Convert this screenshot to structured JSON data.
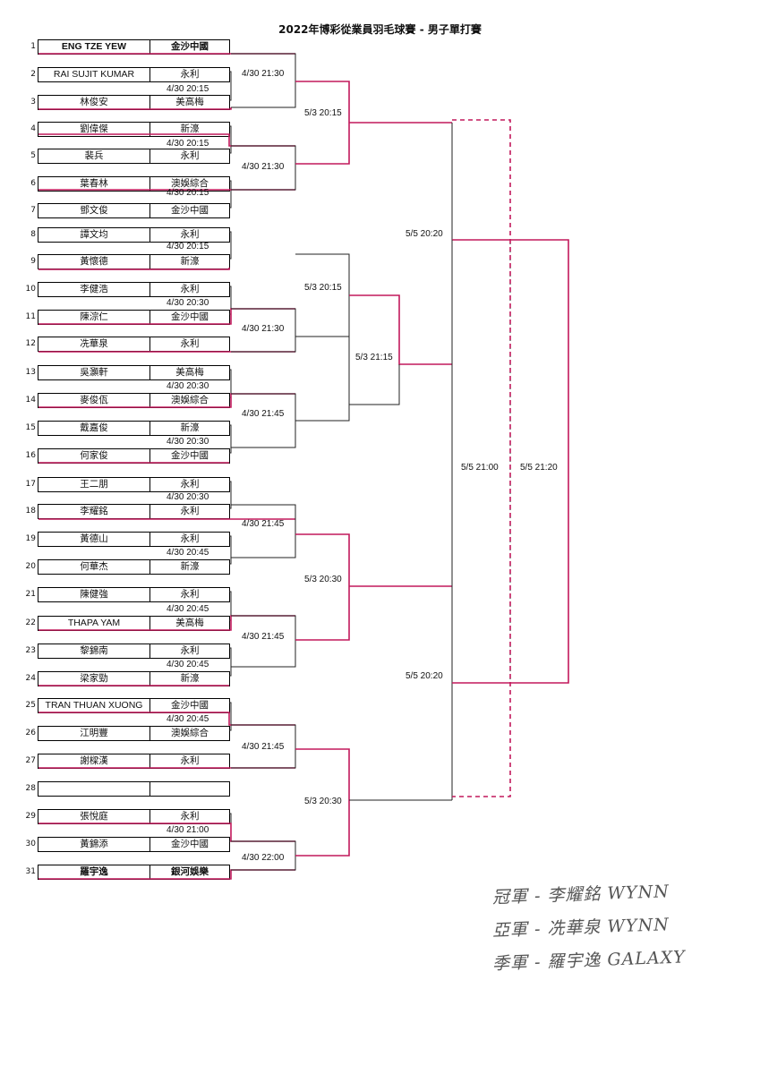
{
  "title": "2022年博彩從業員羽毛球賽 - 男子單打賽",
  "players": [
    {
      "no": "1",
      "name": "ENG TZE YEW",
      "team": "金沙中國",
      "bold": true
    },
    {
      "no": "2",
      "name": "RAI SUJIT KUMAR",
      "team": "永利",
      "bold": false
    },
    {
      "no": "3",
      "name": "林俊安",
      "team": "美高梅",
      "bold": false
    },
    {
      "no": "4",
      "name": "劉偉傑",
      "team": "新濠",
      "bold": false
    },
    {
      "no": "5",
      "name": "裴兵",
      "team": "永利",
      "bold": false
    },
    {
      "no": "6",
      "name": "葉春林",
      "team": "澳娛綜合",
      "bold": false
    },
    {
      "no": "7",
      "name": "鄧文俊",
      "team": "金沙中國",
      "bold": false
    },
    {
      "no": "8",
      "name": "譚文均",
      "team": "永利",
      "bold": false
    },
    {
      "no": "9",
      "name": "黃懷德",
      "team": "新濠",
      "bold": false
    },
    {
      "no": "10",
      "name": "李健浩",
      "team": "永利",
      "bold": false
    },
    {
      "no": "11",
      "name": "陳淙仁",
      "team": "金沙中國",
      "bold": false
    },
    {
      "no": "12",
      "name": "冼華泉",
      "team": "永利",
      "bold": false
    },
    {
      "no": "13",
      "name": "吳灝軒",
      "team": "美高梅",
      "bold": false
    },
    {
      "no": "14",
      "name": "麥俊佤",
      "team": "澳娛綜合",
      "bold": false
    },
    {
      "no": "15",
      "name": "戴嘉俊",
      "team": "新濠",
      "bold": false
    },
    {
      "no": "16",
      "name": "何家俊",
      "team": "金沙中國",
      "bold": false
    },
    {
      "no": "17",
      "name": "王二朋",
      "team": "永利",
      "bold": false
    },
    {
      "no": "18",
      "name": "李耀銘",
      "team": "永利",
      "bold": false
    },
    {
      "no": "19",
      "name": "黃德山",
      "team": "永利",
      "bold": false
    },
    {
      "no": "20",
      "name": "何華杰",
      "team": "新濠",
      "bold": false
    },
    {
      "no": "21",
      "name": "陳健強",
      "team": "永利",
      "bold": false
    },
    {
      "no": "22",
      "name": "THAPA YAM",
      "team": "美高梅",
      "bold": false
    },
    {
      "no": "23",
      "name": "黎錦南",
      "team": "永利",
      "bold": false
    },
    {
      "no": "24",
      "name": "梁家勁",
      "team": "新濠",
      "bold": false
    },
    {
      "no": "25",
      "name": "TRAN THUAN XUONG",
      "team": "金沙中國",
      "bold": false
    },
    {
      "no": "26",
      "name": "江明豐",
      "team": "澳娛綜合",
      "bold": false
    },
    {
      "no": "27",
      "name": "謝樑漢",
      "team": "永利",
      "bold": false
    },
    {
      "no": "28",
      "name": "",
      "team": "",
      "bold": false
    },
    {
      "no": "29",
      "name": "張悅庭",
      "team": "永利",
      "bold": false
    },
    {
      "no": "30",
      "name": "黃錦添",
      "team": "金沙中國",
      "bold": false
    },
    {
      "no": "31",
      "name": "羅宇逸",
      "team": "銀河娛樂",
      "bold": true
    }
  ],
  "schedule": {
    "r1": [
      "4/30 20:15",
      "4/30 20:15",
      "4/30 20:15",
      "4/30 20:15",
      "4/30 20:30",
      "4/30 20:30",
      "4/30 20:30",
      "4/30 20:30",
      "4/30 20:45",
      "4/30 20:45",
      "4/30 20:45",
      "4/30 20:45",
      "4/30 21:00"
    ],
    "r2": [
      "4/30 21:30",
      "4/30 21:30",
      "4/30 21:30",
      "4/30 21:45",
      "4/30 21:45",
      "4/30 21:45",
      "4/30 21:45",
      "4/30 22:00"
    ],
    "r3": [
      "5/3 20:15",
      "5/3 20:15",
      "5/3 20:30",
      "5/3 20:30"
    ],
    "r3b": "5/3 21:15",
    "semis": [
      "5/5 20:20",
      "5/5 20:20"
    ],
    "final_a": "5/5 21:00",
    "final_b": "5/5 21:20"
  },
  "results": [
    "冠軍 - 李耀銘 WYNN",
    "亞軍 - 冼華泉 WYNN",
    "季軍 - 羅宇逸 GALAXY"
  ],
  "colors": {
    "winner_line": "#c2185b",
    "line": "#222222"
  }
}
